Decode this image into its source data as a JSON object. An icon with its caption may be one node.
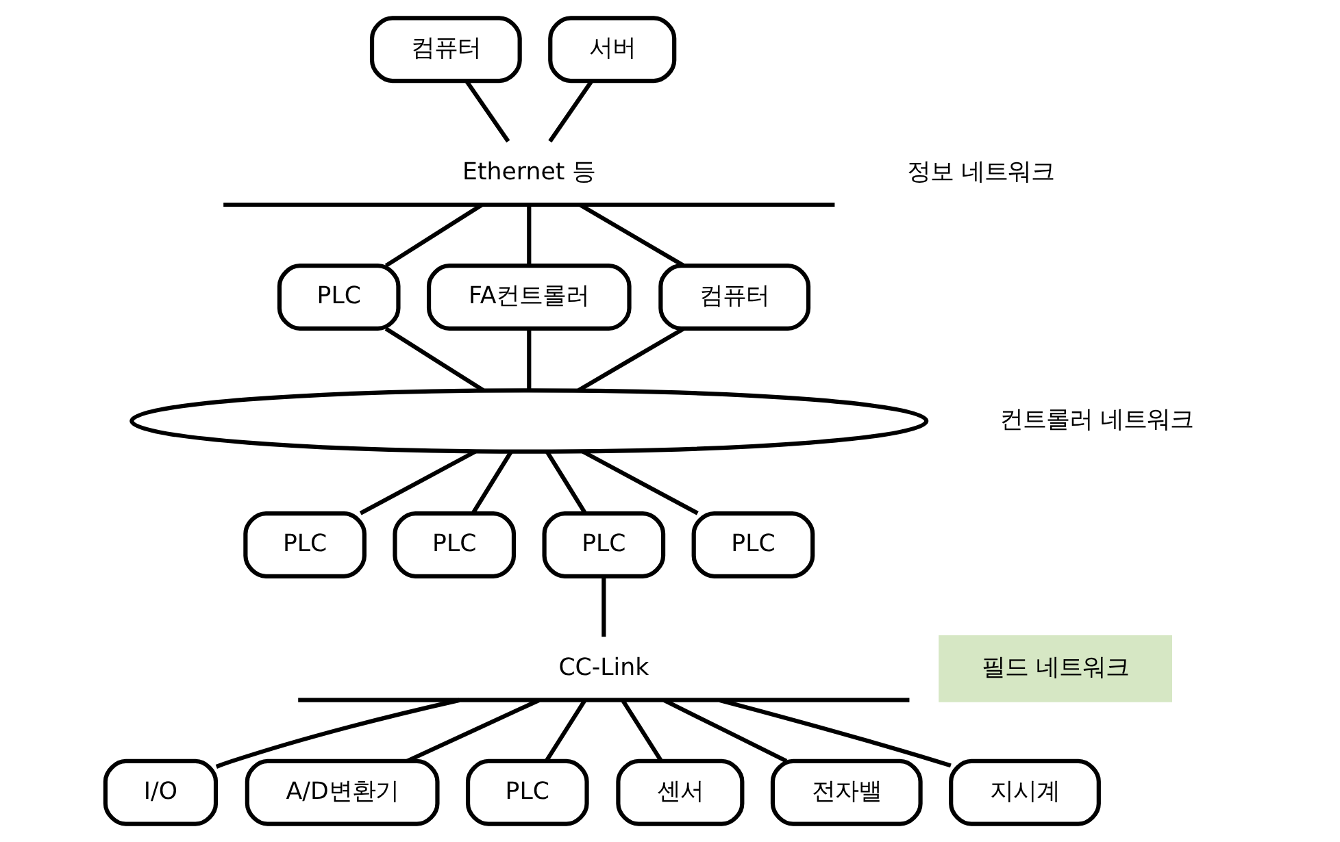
{
  "diagram": {
    "nodes": [
      {
        "text": [
          "컴퓨터"
        ]
      },
      {
        "text": [
          "서버"
        ]
      },
      {
        "text": [
          "Ethernet 등"
        ]
      },
      {
        "text": [
          "PLC"
        ]
      },
      {
        "text": [
          "FA컨트롤러"
        ]
      },
      {
        "text": [
          "컴퓨터"
        ]
      },
      {
        "text": [],
        "shape": "ellipse"
      },
      {
        "text": [
          "PLC"
        ]
      },
      {
        "text": [
          "PLC"
        ]
      },
      {
        "text": [
          "PLC"
        ]
      },
      {
        "text": [
          "PLC"
        ]
      },
      {
        "text": [
          "CC-Link"
        ]
      },
      {
        "text": [
          "I/O"
        ]
      },
      {
        "text": [
          "A/D변환기"
        ]
      },
      {
        "text": [
          "PLC"
        ]
      },
      {
        "text": [
          "센서"
        ]
      },
      {
        "text": [
          "전자밸"
        ]
      },
      {
        "text": [
          "지시계"
        ]
      },
      {
        "text": [
          "필드 네트워크"
        ]
      }
    ],
    "edges": [
      {
        "from": 0,
        "to": 2,
        "arrow": "none"
      },
      {
        "from": 1,
        "to": 2,
        "arrow": "none"
      },
      {
        "from": 2,
        "to": 3,
        "arrow": "none"
      },
      {
        "from": 2,
        "to": 4,
        "arrow": "none"
      },
      {
        "from": 2,
        "to": 5,
        "arrow": "none"
      },
      {
        "from": 3,
        "to": 6,
        "arrow": "none"
      },
      {
        "from": 4,
        "to": 6,
        "arrow": "none"
      },
      {
        "from": 5,
        "to": 6,
        "arrow": "none"
      },
      {
        "from": 6,
        "to": 7,
        "arrow": "none"
      },
      {
        "from": 6,
        "to": 8,
        "arrow": "none"
      },
      {
        "from": 6,
        "to": 9,
        "arrow": "none"
      },
      {
        "from": 6,
        "to": 10,
        "arrow": "none"
      },
      {
        "from": 9,
        "to": 11,
        "arrow": "none"
      },
      {
        "from": 11,
        "to": 12,
        "arrow": "none"
      },
      {
        "from": 11,
        "to": 13,
        "arrow": "none"
      },
      {
        "from": 11,
        "to": 14,
        "arrow": "none"
      },
      {
        "from": 11,
        "to": 15,
        "arrow": "none"
      },
      {
        "from": 11,
        "to": 16,
        "arrow": "none"
      },
      {
        "from": 11,
        "to": 17,
        "arrow": "none"
      }
    ],
    "labels": [
      "정보 네트워크",
      "컨트롤러 네트워크"
    ]
  }
}
